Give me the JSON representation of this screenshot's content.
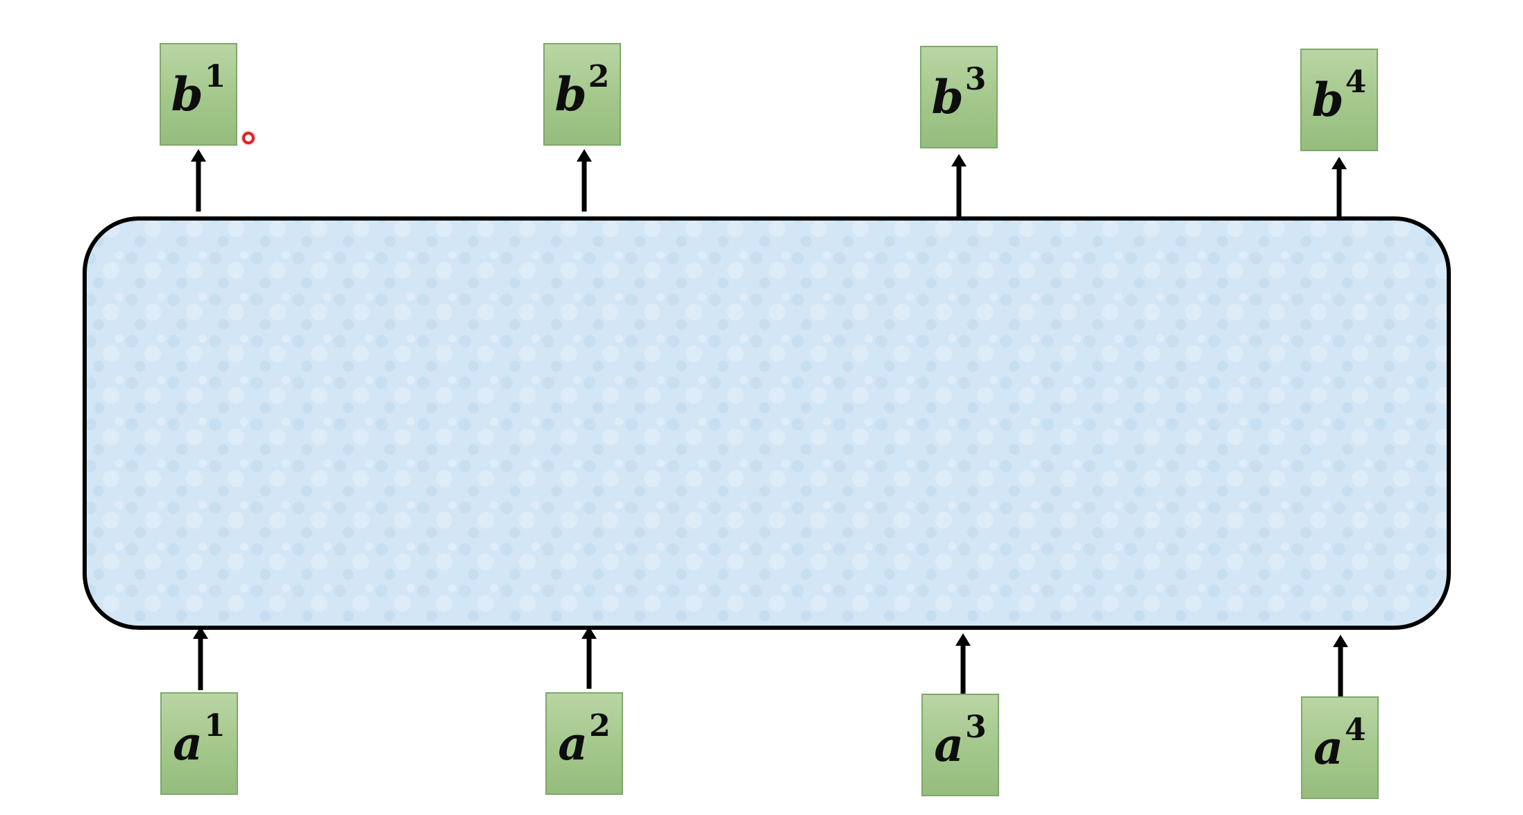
{
  "diagram": {
    "outputs": [
      {
        "letter": "b",
        "index": "1"
      },
      {
        "letter": "b",
        "index": "2"
      },
      {
        "letter": "b",
        "index": "3"
      },
      {
        "letter": "b",
        "index": "4"
      }
    ],
    "inputs": [
      {
        "letter": "a",
        "index": "1"
      },
      {
        "letter": "a",
        "index": "2"
      },
      {
        "letter": "a",
        "index": "3"
      },
      {
        "letter": "a",
        "index": "4"
      }
    ],
    "colors": {
      "block_fill": "#d6e8f7",
      "block_border": "#000000",
      "box_fill": "#a3c78b",
      "box_border": "#7fa86a",
      "arrow": "#000000",
      "cursor": "#e02020"
    },
    "cursor_icon": "red-circle-pointer"
  }
}
